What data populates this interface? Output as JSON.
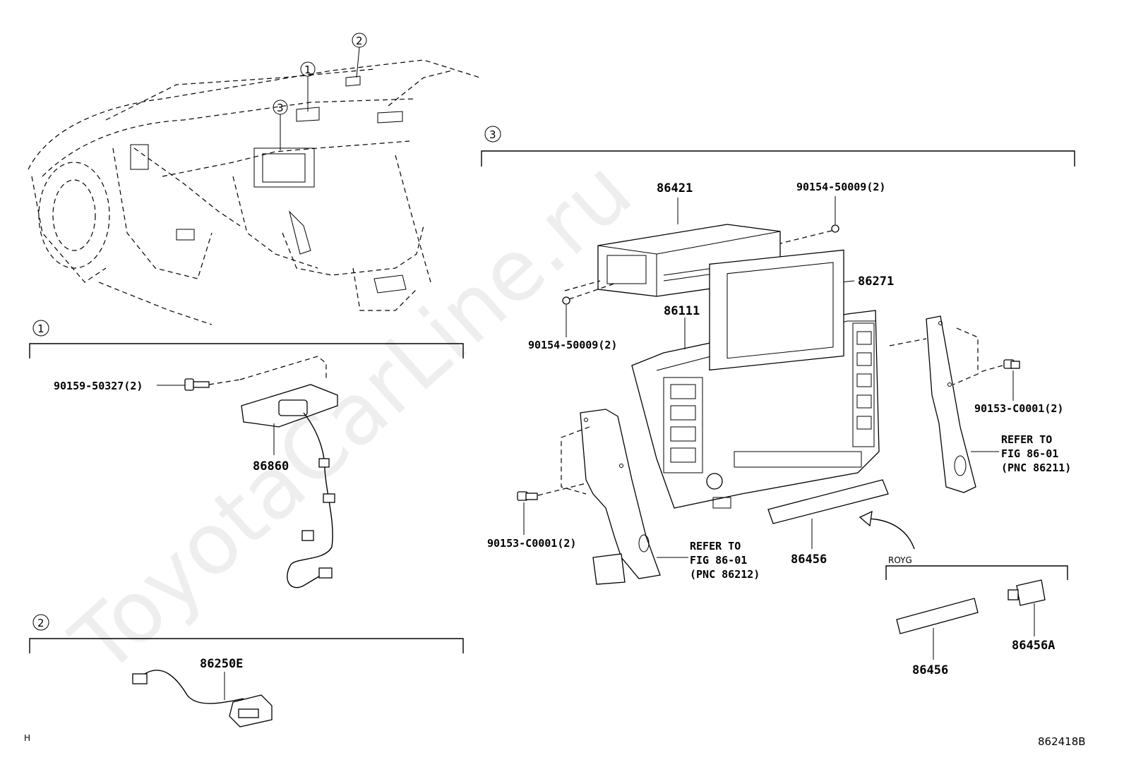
{
  "diagram_id": "862418B",
  "corner_mark": "H",
  "watermark": "ToyotaCarLine.ru",
  "callouts": {
    "one": "1",
    "two": "2",
    "three": "3"
  },
  "section1": {
    "bolt_label": "90159-50327(2)",
    "part_label": "86860"
  },
  "section2": {
    "part_label": "86250E"
  },
  "section3": {
    "unit_label": "86421",
    "screw_top_label": "90154-50009(2)",
    "disc_label": "86271",
    "display_label": "86111",
    "screw_left_label": "90154-50009(2)",
    "bolt_right_label": "90153-C0001(2)",
    "bolt_left_label": "90153-C0001(2)",
    "refer_right": [
      "REFER TO",
      "FIG 86-01",
      "(PNC 86211)"
    ],
    "refer_left": [
      "REFER TO",
      "FIG 86-01",
      "(PNC 86212)"
    ],
    "panel_label": "86456",
    "variant_tag": "ROYG",
    "variant_panel_label": "86456",
    "variant_cap_label": "86456A"
  }
}
